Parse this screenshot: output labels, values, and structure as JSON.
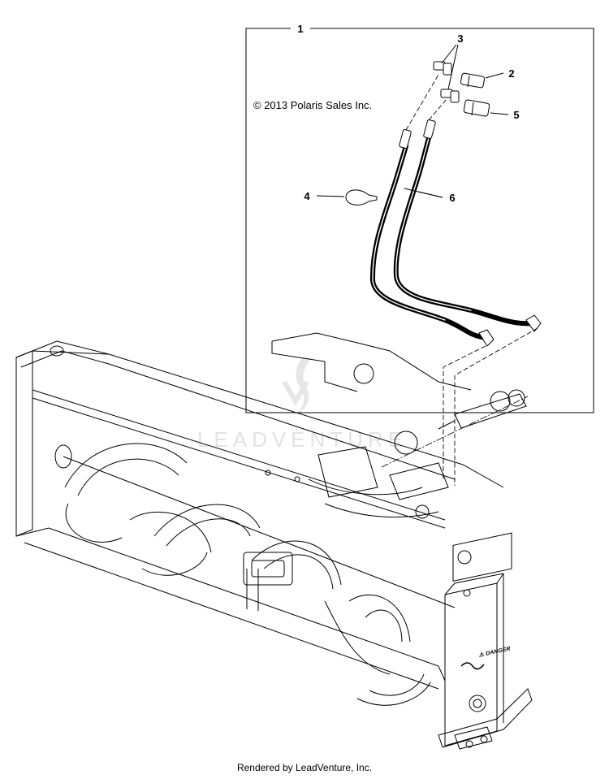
{
  "copyright": "© 2013 Polaris Sales Inc.",
  "watermark": "LEADVENTURE",
  "footer": "Rendered by LeadVenture, Inc.",
  "callouts": [
    {
      "label": "1",
      "part": "hose-kit-assembly"
    },
    {
      "label": "2",
      "part": "coupler-fitting"
    },
    {
      "label": "3",
      "part": "elbow-fittings"
    },
    {
      "label": "4",
      "part": "cable-tie"
    },
    {
      "label": "5",
      "part": "coupler-fitting"
    },
    {
      "label": "6",
      "part": "hydraulic-hoses"
    }
  ],
  "decal": {
    "title": "⚠ DANGER"
  }
}
